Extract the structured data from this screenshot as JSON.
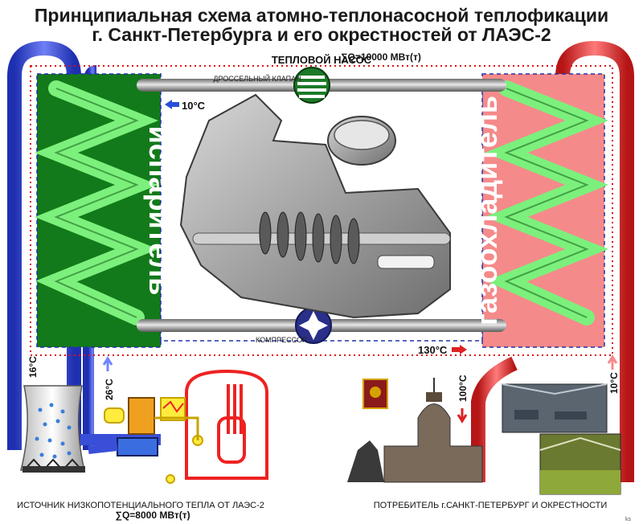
{
  "title": {
    "line1": "Принципиальная схема атомно-теплонасосной теплофикации",
    "line2": "г. Санкт-Петербурга и его окрестностей от ЛАЭС-2"
  },
  "heat_pump": {
    "label": "ТЕПЛОВОЙ НАСОС",
    "capacity": "∑Q=10000 МВт(т)",
    "throttle_valve": "ДРОССЕЛЬНЫЙ КЛАПАН",
    "compressor": "КОМПРЕССОР",
    "evaporator": "испаритель",
    "gas_cooler": "газоохладитель"
  },
  "temperatures": {
    "evap_out": "10°C",
    "gascooler_out": "130°C",
    "cooling_tower": "16°C",
    "source_supply": "26°C",
    "consumer_supply": "100°C",
    "consumer_return": "10°C"
  },
  "source": {
    "caption": "ИСТОЧНИК НИЗКОПОТЕНЦИАЛЬНОГО ТЕПЛА ОТ ЛАЭС-2",
    "capacity": "∑Q=8000 МВт(т)"
  },
  "consumer": {
    "caption": "ПОТРЕБИТЕЛЬ г.САНКТ-ПЕТЕРБУРГ И ОКРЕСТНОСТИ"
  },
  "signature": "ks",
  "colors": {
    "evaporator_green": "#127a1a",
    "blue_pipe": "#3a4fd8",
    "red_pipe": "#e23a3a",
    "gas_cooler_pink": "#f58a8a",
    "coil_green": "#7cf07c"
  }
}
